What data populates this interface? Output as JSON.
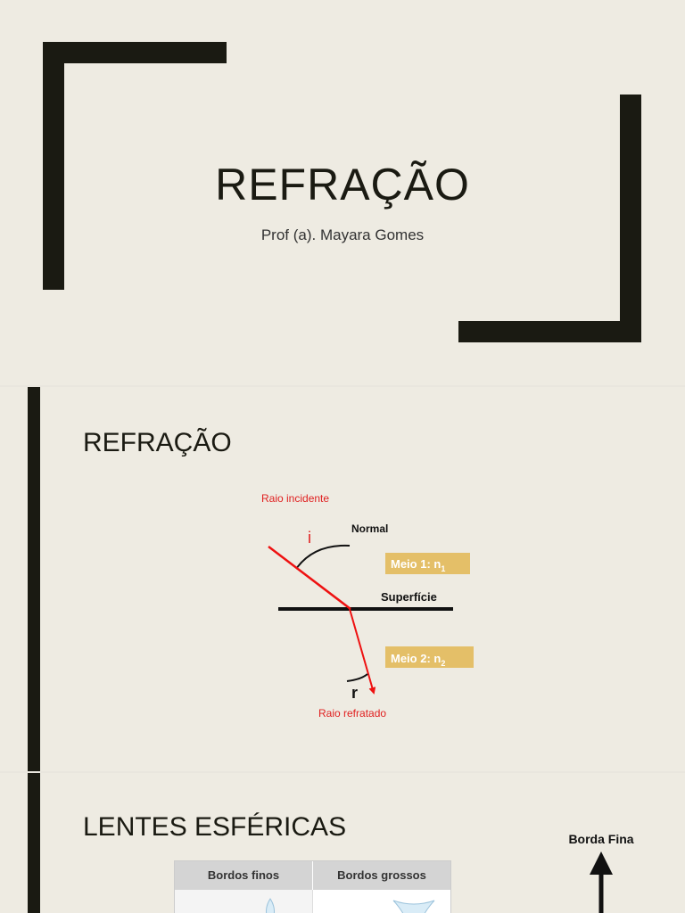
{
  "slide1": {
    "title": "REFRAÇÃO",
    "subtitle": "Prof (a). Mayara Gomes"
  },
  "slide2": {
    "title": "REFRAÇÃO",
    "diagram": {
      "raio_incidente": "Raio incidente",
      "normal": "Normal",
      "angle_i": "i",
      "meio1": "Meio 1: n",
      "meio1_sub": "1",
      "superficie": "Superfície",
      "meio2": "Meio 2: n",
      "meio2_sub": "2",
      "angle_r": "r",
      "raio_refratado": "Raio refratado",
      "colors": {
        "ray": "#ee1111",
        "label_bg": "#e4bf68"
      }
    }
  },
  "slide3": {
    "title": "LENTES ESFÉRICAS",
    "table_headers": [
      "Bordos finos",
      "Bordos grossos"
    ],
    "borda_fina": "Borda Fina"
  }
}
